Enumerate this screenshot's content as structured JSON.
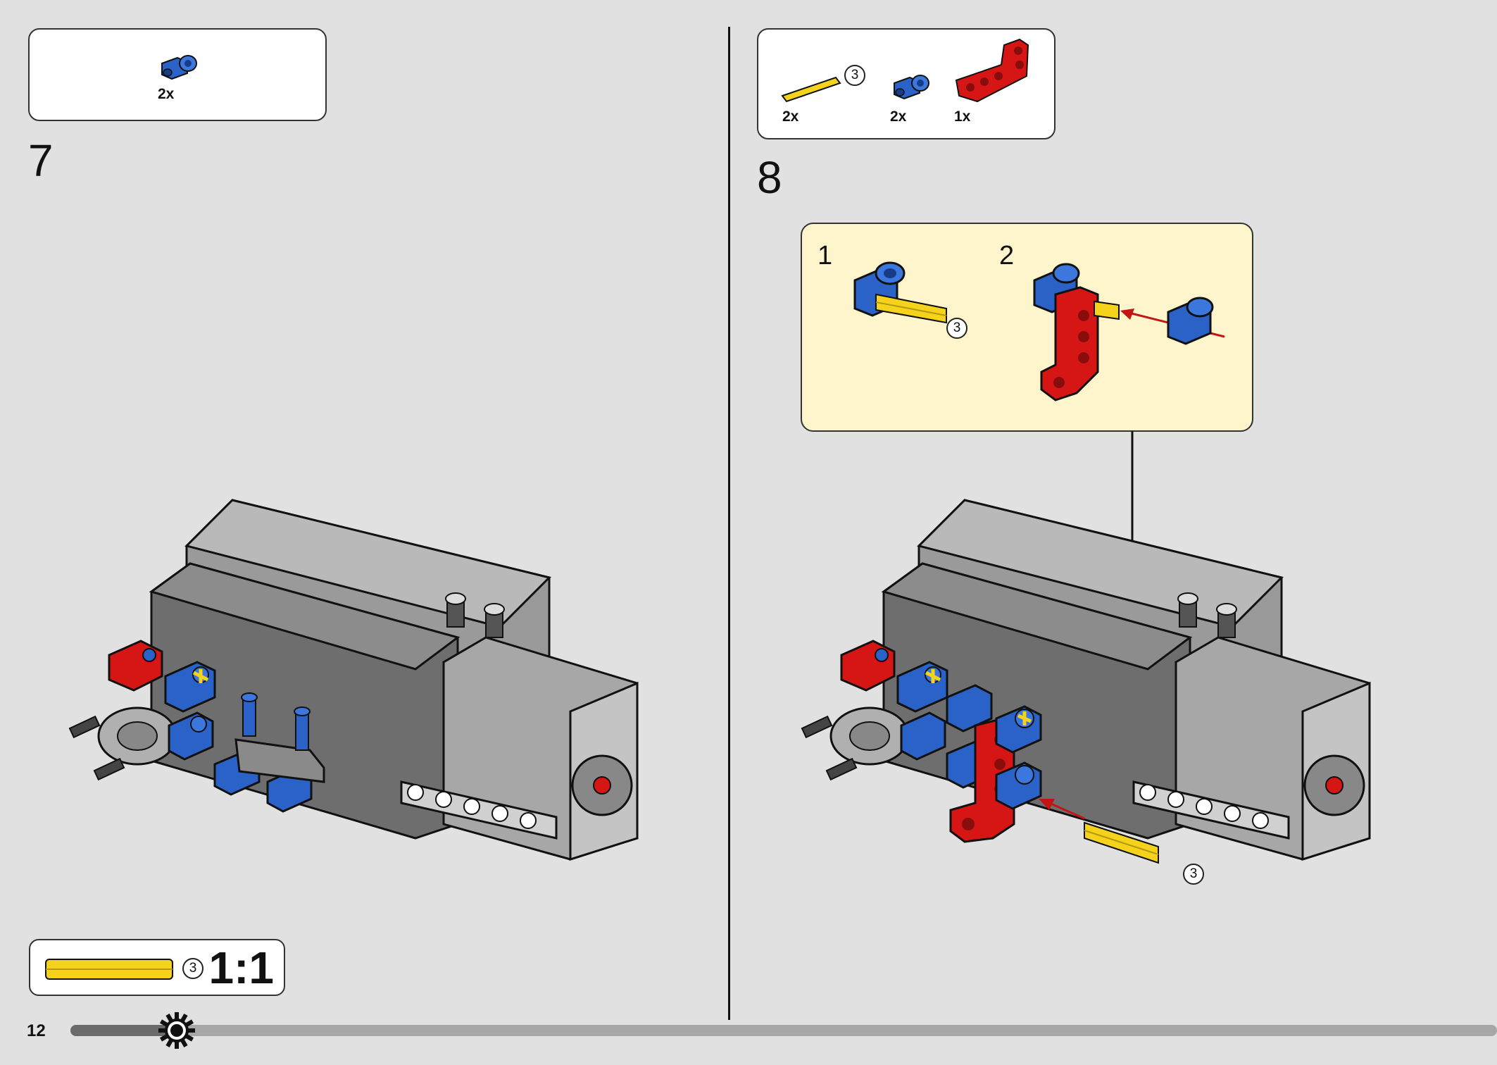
{
  "page_number": "12",
  "progress": 0.055,
  "steps": [
    {
      "number": "7",
      "parts": [
        {
          "name": "blue-pin-connector",
          "qty": "2x"
        }
      ]
    },
    {
      "number": "8",
      "parts": [
        {
          "name": "yellow-axle-3",
          "qty": "2x",
          "length_label": "3"
        },
        {
          "name": "blue-pin-connector",
          "qty": "2x"
        },
        {
          "name": "red-bent-beam",
          "qty": "1x"
        }
      ],
      "callout": {
        "substeps": [
          {
            "number": "1",
            "length_label": "3"
          },
          {
            "number": "2"
          }
        ]
      },
      "axle_label": "3"
    }
  ],
  "scale_reference": {
    "length_label": "3",
    "ratio": "1:1"
  },
  "colors": {
    "background": "#e1e1e1",
    "callout_bg": "#fff5cc",
    "blue_part": "#2a62c8",
    "red_part": "#d61515",
    "yellow_part": "#f5d21c",
    "gray_body_light": "#a7a7a7",
    "gray_body_dark": "#6e6e6e",
    "arrow": "#c41414"
  }
}
